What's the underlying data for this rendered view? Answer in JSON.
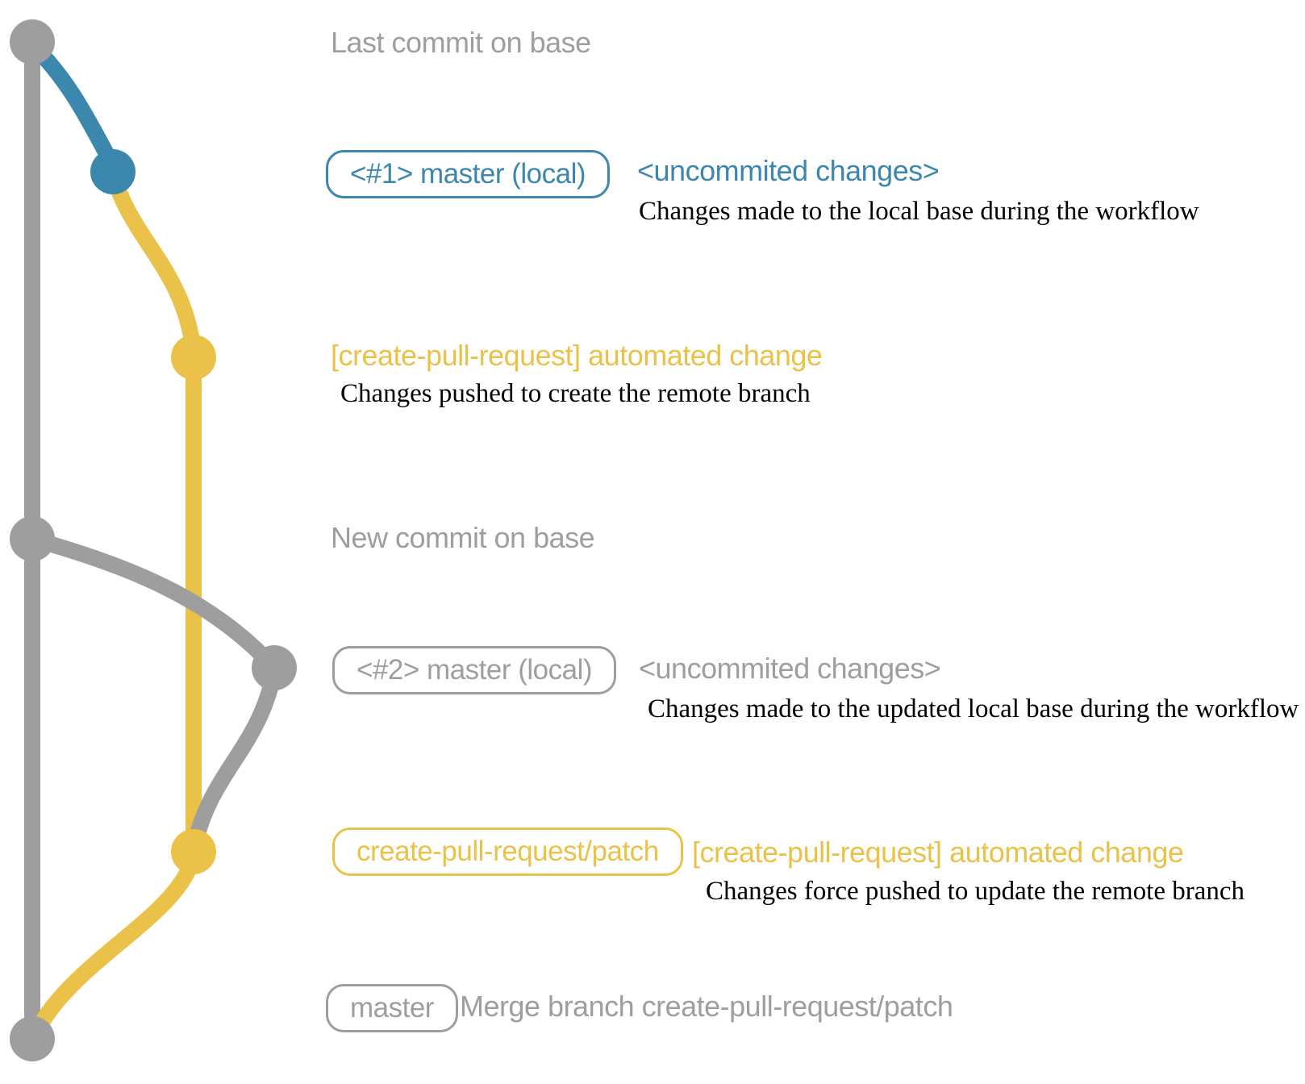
{
  "colors": {
    "gray": "#9e9e9e",
    "blue": "#3c87ad",
    "yellow": "#eac24a",
    "text_black": "#000000",
    "background": "#ffffff"
  },
  "graph": {
    "branches": [
      {
        "name": "base",
        "color": "gray"
      },
      {
        "name": "master (local)",
        "color": "blue then gray"
      },
      {
        "name": "create-pull-request/patch",
        "color": "yellow"
      }
    ],
    "commit_nodes": [
      {
        "id": "last-commit-on-base",
        "color": "gray"
      },
      {
        "id": "local-commit-1",
        "color": "blue"
      },
      {
        "id": "patch-commit-1",
        "color": "yellow"
      },
      {
        "id": "new-commit-on-base",
        "color": "gray"
      },
      {
        "id": "local-commit-2",
        "color": "gray"
      },
      {
        "id": "patch-commit-2",
        "color": "yellow"
      },
      {
        "id": "merge-commit",
        "color": "gray"
      }
    ]
  },
  "annotations": {
    "heading_top": "Last commit on base",
    "heading_middle": "New commit on base",
    "row1": {
      "badge": "<#1> master (local)",
      "title": "<uncommited changes>",
      "desc": "Changes made to the local base during the workflow"
    },
    "row2": {
      "title": "[create-pull-request] automated change",
      "desc": "Changes pushed to create the remote branch"
    },
    "row3": {
      "badge": "<#2> master (local)",
      "title": "<uncommited changes>",
      "desc": "Changes made to the updated local base during the workflow"
    },
    "row4": {
      "badge": "create-pull-request/patch",
      "title": "[create-pull-request] automated change",
      "desc": "Changes force pushed to update the remote branch"
    },
    "row5": {
      "badge": "master",
      "title": "Merge branch create-pull-request/patch"
    }
  }
}
